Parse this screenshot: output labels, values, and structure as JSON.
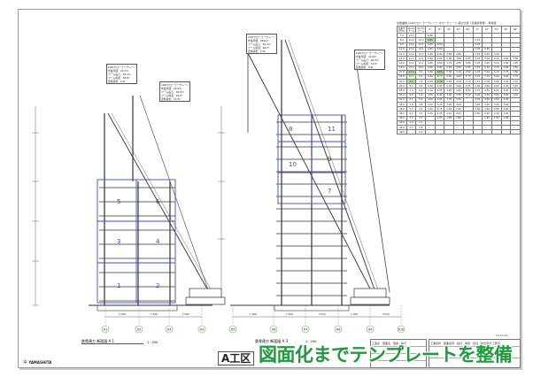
{
  "sheet": {
    "drawing_title_left": "鉄骨建方 断面図 A 1",
    "scale_left": "1 : 200",
    "drawing_title_right": "鉄骨建方 断面図 A 3",
    "scale_right": "1 : 200",
    "area_label": "A工区",
    "logo_text": "YAMASHITA",
    "date": "15.10.15",
    "company": "株式会社 工務店"
  },
  "overlay_caption": "図面化までテンプレートを整備",
  "left_grid": [
    "X1",
    "X2",
    "X3",
    "X4"
  ],
  "right_grid": [
    "X5",
    "X6",
    "X7",
    "X8",
    "X9",
    "X10"
  ],
  "left_spans": [
    "7,000",
    "7,500",
    "7,500"
  ],
  "right_spans": [
    "7,000",
    "7,500",
    "7,500",
    "7,000",
    "7,500"
  ],
  "left_zones": [
    "1",
    "2",
    "3",
    "4",
    "5",
    "6"
  ],
  "right_zones": [
    "7",
    "8",
    "9",
    "10",
    "11"
  ],
  "crane_notes": [
    {
      "lines": [
        "100tクローラークレーン",
        "作業半径：20.7m",
        "ブーム長さ：46.2m",
        "ブーム角度：58.8°",
        "定格荷重：6.2t"
      ]
    },
    {
      "lines": [
        "100tクローラークレーン",
        "作業半径：24.6m",
        "ブーム長さ：48.8m",
        "ブーム角度：49.8°",
        "定格荷重：11.5t"
      ]
    },
    {
      "lines": [
        "100tクローラークレーン",
        "作業半径：28.6m",
        "ブーム長さ：52.2m",
        "ブーム角度：48.5°",
        "定格荷重：5.0t"
      ]
    },
    {
      "lines": [
        "100tクローラークレーン",
        "作業半径：22.8m",
        "ブーム長さ：48.5m",
        "ブーム角度：52.0°",
        "定格荷重：8.5t"
      ]
    }
  ],
  "load_table": {
    "caption": "性能曲線 100tクローラークレーン  タワークレーン 組立仕様（定格総荷重） 参考値",
    "headers": [
      "作業半径(m)",
      "46.2mブーム",
      "52.5mブーム",
      "0°",
      "15°",
      "30°",
      "45°",
      "60°",
      "0°",
      "15°",
      "30°",
      "45°",
      "60°"
    ],
    "rows": [
      [
        "7.0",
        "14.0",
        "",
        "6.80",
        "",
        "",
        "",
        "",
        "",
        "",
        "",
        "",
        ""
      ],
      [
        "8.0",
        "14.0",
        "12.5",
        "6.80",
        "",
        "",
        "",
        "",
        "5.20",
        "",
        "",
        "",
        ""
      ],
      [
        "9.0",
        "14.0",
        "12.5",
        "6.80",
        "6.80",
        "",
        "",
        "",
        "5.20",
        "",
        "",
        "",
        ""
      ],
      [
        "10.0",
        "14.0",
        "12.0",
        "6.80",
        "6.80",
        "",
        "",
        "",
        "5.20",
        "5.20",
        "",
        "",
        ""
      ],
      [
        "12.0",
        "14.0",
        "12.0",
        "6.80",
        "6.80",
        "5.80",
        "4.80",
        "",
        "5.20",
        "5.20",
        "5.20",
        "",
        ""
      ],
      [
        "14.0",
        "14.0",
        "12.0",
        "6.80",
        "6.80",
        "5.80",
        "4.80",
        "3.85",
        "5.20",
        "5.20",
        "5.20",
        "4.80",
        "3.85"
      ],
      [
        "16.0",
        "13.0",
        "11.0",
        "6.80",
        "6.80",
        "5.70",
        "4.80",
        "3.85",
        "5.20",
        "5.20",
        "5.20",
        "4.80",
        "3.85"
      ],
      [
        "18.0",
        "12.0",
        "10.0",
        "6.80",
        "6.80",
        "5.60",
        "4.80",
        "3.85",
        "5.20",
        "5.20",
        "5.20",
        "4.80",
        "3.85"
      ],
      [
        "20.0",
        "11.0",
        "9.0",
        "6.80",
        "6.80",
        "5.50",
        "4.70",
        "3.80",
        "5.20",
        "5.20",
        "5.10",
        "4.70",
        "3.80"
      ],
      [
        "22.0",
        "10.0",
        "8.0",
        "6.80",
        "6.70",
        "5.40",
        "4.60",
        "3.75",
        "5.20",
        "5.10",
        "5.00",
        "4.60",
        "3.75"
      ],
      [
        "24.0",
        "9.0",
        "7.5",
        "6.40",
        "6.30",
        "5.20",
        "4.50",
        "3.70",
        "5.10",
        "5.00",
        "4.80",
        "4.50",
        "3.70"
      ],
      [
        "26.0",
        "8.2",
        "6.8",
        "6.00",
        "5.80",
        "5.00",
        "4.40",
        "3.65",
        "4.90",
        "4.80",
        "4.60",
        "4.40",
        "3.65"
      ],
      [
        "28.0",
        "7.4",
        "6.2",
        "5.30",
        "4.95",
        "4.80",
        "4.20",
        "3.60",
        "4.75",
        "4.50",
        "4.25",
        "3.90",
        "3.55"
      ],
      [
        "30.0",
        "6.6",
        "5.6",
        "4.65",
        "4.40",
        "4.45",
        "3.95",
        "3.50",
        "4.40",
        "4.20",
        "3.95",
        "3.60",
        "3.20"
      ],
      [
        "32.0",
        "6.1",
        "5.0",
        "4.00",
        "3.85",
        "3.70",
        "3.55",
        "",
        "3.90",
        "3.80",
        "3.60",
        "3.40",
        ""
      ],
      [
        "34.0",
        "5.6",
        "4.6",
        "3.50",
        "3.25",
        "3.20",
        "3.05",
        "",
        "3.50",
        "3.40",
        "3.20",
        "3.00",
        ""
      ],
      [
        "36.0",
        "5.1",
        "4.2",
        "3.00",
        "2.75",
        "2.60",
        "2.50",
        "",
        "3.00",
        "2.90",
        "2.80",
        "2.60",
        ""
      ],
      [
        "38.0",
        "4.2",
        "3.5",
        "2.45",
        "2.25",
        "2.10",
        "2.05",
        "",
        "2.50",
        "2.40",
        "2.30",
        "2.20",
        ""
      ],
      [
        "40.0",
        "3.2",
        "2.7",
        "",
        "1.85",
        "1.80",
        "1.80",
        "",
        "",
        "1.95",
        "1.90",
        "1.80",
        ""
      ],
      [
        "42.0",
        "2.0",
        "2.2",
        "",
        "",
        "",
        "",
        "",
        "",
        "",
        "",
        "",
        ""
      ],
      [
        "44.0",
        "1.7",
        "1.8",
        "",
        "",
        "",
        "",
        "",
        "",
        "",
        "",
        "",
        ""
      ],
      [
        "46.0",
        "",
        "1.4",
        "",
        "",
        "",
        "",
        "",
        "",
        "",
        "",
        "",
        ""
      ]
    ]
  },
  "title_block": {
    "left_labels": [
      "工事名",
      "図面名",
      "図番",
      "縮尺"
    ],
    "right_labels": [
      "工事名称",
      "図面名称",
      "設計",
      "承認",
      "担当"
    ]
  },
  "colors": {
    "zone_box": "#3b4fc4",
    "overlay": "#1f9b3e",
    "highlight": "#b9e0a5",
    "crane_line": "#444"
  }
}
